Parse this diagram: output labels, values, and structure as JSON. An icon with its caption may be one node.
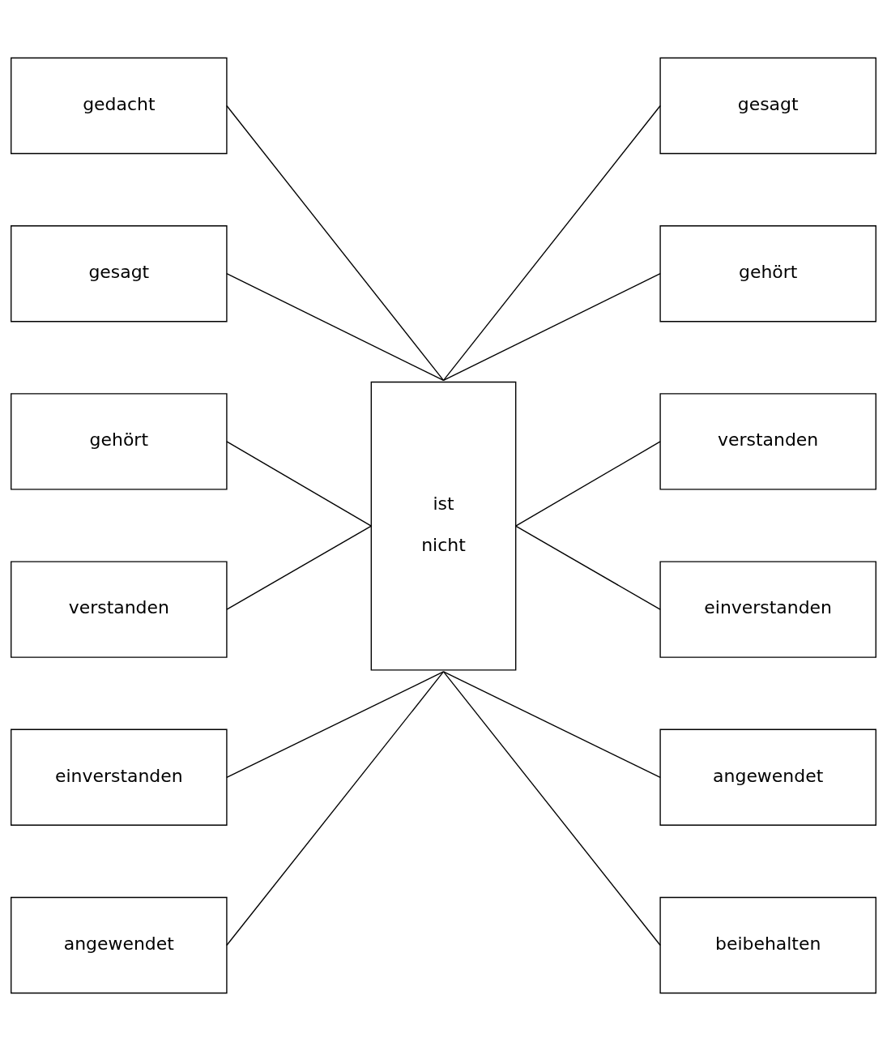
{
  "diagram": {
    "nodes": [
      {
        "text": [
          "gedacht"
        ]
      },
      {
        "text": [
          "gesagt"
        ]
      },
      {
        "text": [
          "gesagt"
        ]
      },
      {
        "text": [
          "gehört"
        ]
      },
      {
        "text": [
          "gehört"
        ]
      },
      {
        "text": [
          "ist",
          "nicht"
        ]
      },
      {
        "text": [
          "verstanden"
        ]
      },
      {
        "text": [
          "verstanden"
        ]
      },
      {
        "text": [
          "einverstanden"
        ]
      },
      {
        "text": [
          "einverstanden"
        ]
      },
      {
        "text": [
          "angewendet"
        ]
      },
      {
        "text": [
          "angewendet"
        ]
      },
      {
        "text": [
          "beibehalten"
        ]
      }
    ],
    "edges": [
      {
        "from": 0,
        "to": 5,
        "arrow": "none"
      },
      {
        "from": 2,
        "to": 5,
        "arrow": "none"
      },
      {
        "from": 4,
        "to": 5,
        "arrow": "none"
      },
      {
        "from": 7,
        "to": 5,
        "arrow": "none"
      },
      {
        "from": 9,
        "to": 5,
        "arrow": "none"
      },
      {
        "from": 11,
        "to": 5,
        "arrow": "none"
      },
      {
        "from": 5,
        "to": 1,
        "arrow": "none"
      },
      {
        "from": 5,
        "to": 3,
        "arrow": "none"
      },
      {
        "from": 5,
        "to": 6,
        "arrow": "none"
      },
      {
        "from": 5,
        "to": 8,
        "arrow": "none"
      },
      {
        "from": 5,
        "to": 10,
        "arrow": "none"
      },
      {
        "from": 5,
        "to": 12,
        "arrow": "none"
      }
    ]
  }
}
